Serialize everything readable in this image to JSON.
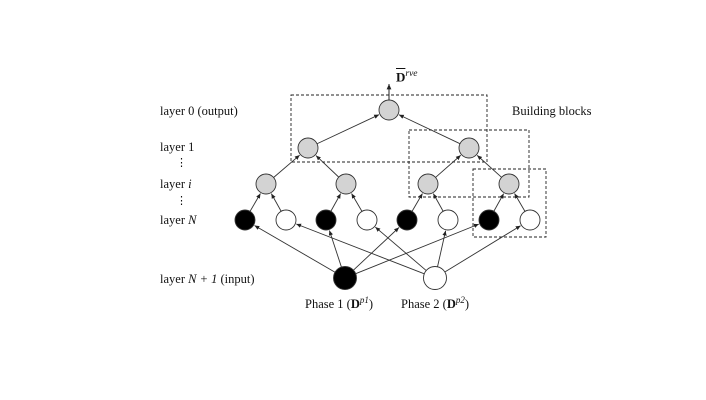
{
  "layers": {
    "layer0": "layer 0 (output)",
    "layer1": "layer 1",
    "layer_i_prefix": "layer",
    "layer_i_var": "i",
    "layer_N_prefix": "layer",
    "layer_N_var": "N",
    "layer_N1_prefix": "layer",
    "layer_N1_mid": "N + 1",
    "layer_N1_suffix": "(input)",
    "ellipsis": "⋮"
  },
  "building_blocks_label": "Building blocks",
  "output": {
    "symbol": "D",
    "superscript": "rve"
  },
  "phases": [
    {
      "name": "Phase 1",
      "symbol": "D",
      "superscript": "p1"
    },
    {
      "name": "Phase 2",
      "symbol": "D",
      "superscript": "p2"
    }
  ],
  "colors": {
    "gray_node": "#d3d3d3",
    "black_node": "#000000",
    "white_node": "#ffffff",
    "stroke": "#333333"
  }
}
